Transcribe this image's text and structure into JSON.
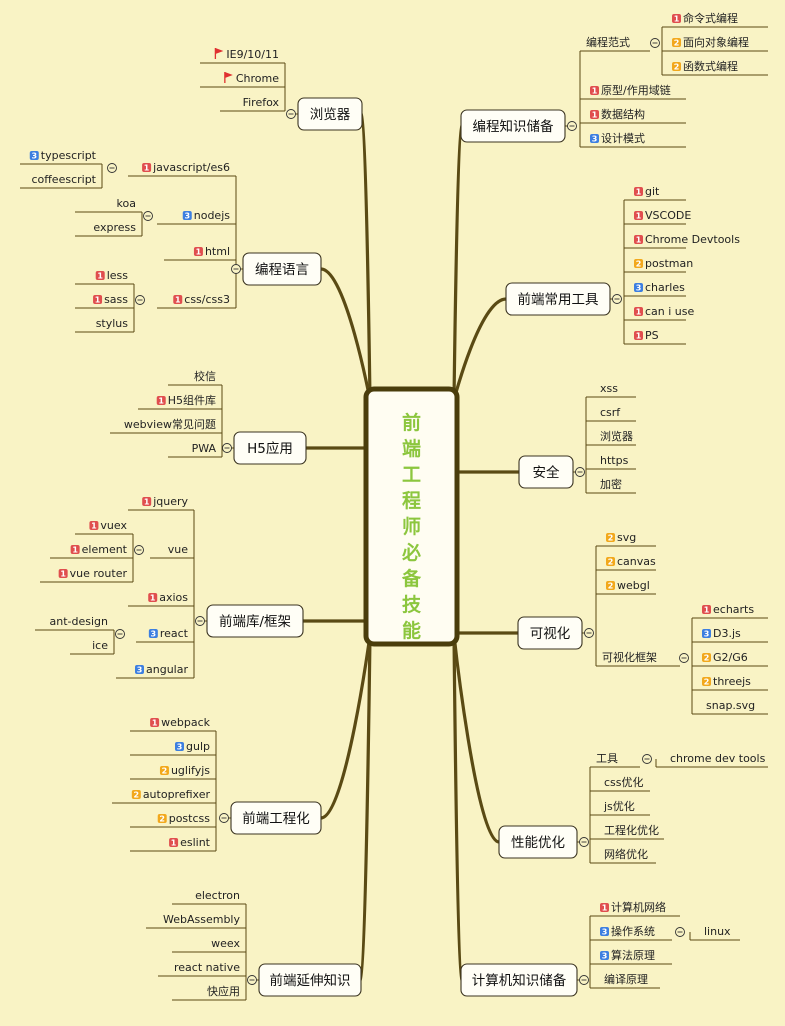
{
  "center": {
    "text": "前端工程师必备技能"
  },
  "branches": [
    {
      "id": "browser",
      "label": "浏览器",
      "children": [
        {
          "label": "IE9/10/11",
          "flag": true
        },
        {
          "label": "Chrome",
          "flag": true
        },
        {
          "label": "Firefox"
        }
      ]
    },
    {
      "id": "lang",
      "label": "编程语言",
      "children": [
        {
          "label": "javascript/es6",
          "p": 1,
          "children": [
            {
              "label": "typescript",
              "p": 3
            },
            {
              "label": "coffeescript"
            }
          ]
        },
        {
          "label": "nodejs",
          "p": 3,
          "children": [
            {
              "label": "koa"
            },
            {
              "label": "express"
            }
          ]
        },
        {
          "label": "html",
          "p": 1
        },
        {
          "label": "css/css3",
          "p": 1,
          "children": [
            {
              "label": "less",
              "p": 1
            },
            {
              "label": "sass",
              "p": 1
            },
            {
              "label": "stylus"
            }
          ]
        }
      ]
    },
    {
      "id": "h5",
      "label": "H5应用",
      "children": [
        {
          "label": "校信"
        },
        {
          "label": "H5组件库",
          "p": 1
        },
        {
          "label": "webview常见问题"
        },
        {
          "label": "PWA"
        }
      ]
    },
    {
      "id": "fw",
      "label": "前端库/框架",
      "children": [
        {
          "label": "jquery",
          "p": 1
        },
        {
          "label": "vue",
          "children": [
            {
              "label": "vuex",
              "p": 1
            },
            {
              "label": "element",
              "p": 1
            },
            {
              "label": "vue router",
              "p": 1
            }
          ]
        },
        {
          "label": "axios",
          "p": 1
        },
        {
          "label": "react",
          "p": 3,
          "children": [
            {
              "label": "ant-design"
            },
            {
              "label": "ice"
            }
          ]
        },
        {
          "label": "angular",
          "p": 3
        }
      ]
    },
    {
      "id": "eng",
      "label": "前端工程化",
      "children": [
        {
          "label": "webpack",
          "p": 1
        },
        {
          "label": "gulp",
          "p": 3
        },
        {
          "label": "uglifyjs",
          "p": 2
        },
        {
          "label": "autoprefixer",
          "p": 2
        },
        {
          "label": "postcss",
          "p": 2
        },
        {
          "label": "eslint",
          "p": 1
        }
      ]
    },
    {
      "id": "ext",
      "label": "前端延伸知识",
      "children": [
        {
          "label": "electron"
        },
        {
          "label": "WebAssembly"
        },
        {
          "label": "weex"
        },
        {
          "label": "react native"
        },
        {
          "label": "快应用"
        }
      ]
    },
    {
      "id": "prog",
      "label": "编程知识储备",
      "children": [
        {
          "label": "编程范式",
          "children": [
            {
              "label": "命令式编程",
              "p": 1
            },
            {
              "label": "面向对象编程",
              "p": 2
            },
            {
              "label": "函数式编程",
              "p": 2
            }
          ]
        },
        {
          "label": "原型/作用域链",
          "p": 1
        },
        {
          "label": "数据结构",
          "p": 1
        },
        {
          "label": "设计模式",
          "p": 3
        }
      ]
    },
    {
      "id": "tools",
      "label": "前端常用工具",
      "children": [
        {
          "label": "git",
          "p": 1
        },
        {
          "label": "VSCODE",
          "p": 1
        },
        {
          "label": "Chrome Devtools",
          "p": 1
        },
        {
          "label": "postman",
          "p": 2
        },
        {
          "label": "charles",
          "p": 3
        },
        {
          "label": "can i use",
          "p": 1
        },
        {
          "label": "PS",
          "p": 1
        }
      ]
    },
    {
      "id": "sec",
      "label": "安全",
      "children": [
        {
          "label": "xss"
        },
        {
          "label": "csrf"
        },
        {
          "label": "浏览器"
        },
        {
          "label": "https"
        },
        {
          "label": "加密"
        }
      ]
    },
    {
      "id": "vis",
      "label": "可视化",
      "children": [
        {
          "label": "svg",
          "p": 2
        },
        {
          "label": "canvas",
          "p": 2
        },
        {
          "label": "webgl",
          "p": 2
        },
        {
          "label": "可视化框架",
          "children": [
            {
              "label": "echarts",
              "p": 1
            },
            {
              "label": "D3.js",
              "p": 3
            },
            {
              "label": "G2/G6",
              "p": 2
            },
            {
              "label": "threejs",
              "p": 2
            },
            {
              "label": "snap.svg"
            }
          ]
        }
      ]
    },
    {
      "id": "perf",
      "label": "性能优化",
      "children": [
        {
          "label": "工具",
          "children": [
            {
              "label": "chrome dev tools"
            }
          ]
        },
        {
          "label": "css优化"
        },
        {
          "label": "js优化"
        },
        {
          "label": "工程化优化"
        },
        {
          "label": "网络优化"
        }
      ]
    },
    {
      "id": "cs",
      "label": "计算机知识储备",
      "children": [
        {
          "label": "计算机网络",
          "p": 1
        },
        {
          "label": "操作系统",
          "p": 3,
          "children": [
            {
              "label": "linux"
            }
          ]
        },
        {
          "label": "算法原理",
          "p": 3
        },
        {
          "label": "编译原理"
        }
      ]
    }
  ],
  "colors": {
    "line": "#5a4a14",
    "center_border": "#4a3d0c",
    "center_text": "#8cc63e",
    "p1": "#e04e4e",
    "p2": "#f2a81c",
    "p3": "#3d7fe0",
    "flag": "#e03030"
  }
}
